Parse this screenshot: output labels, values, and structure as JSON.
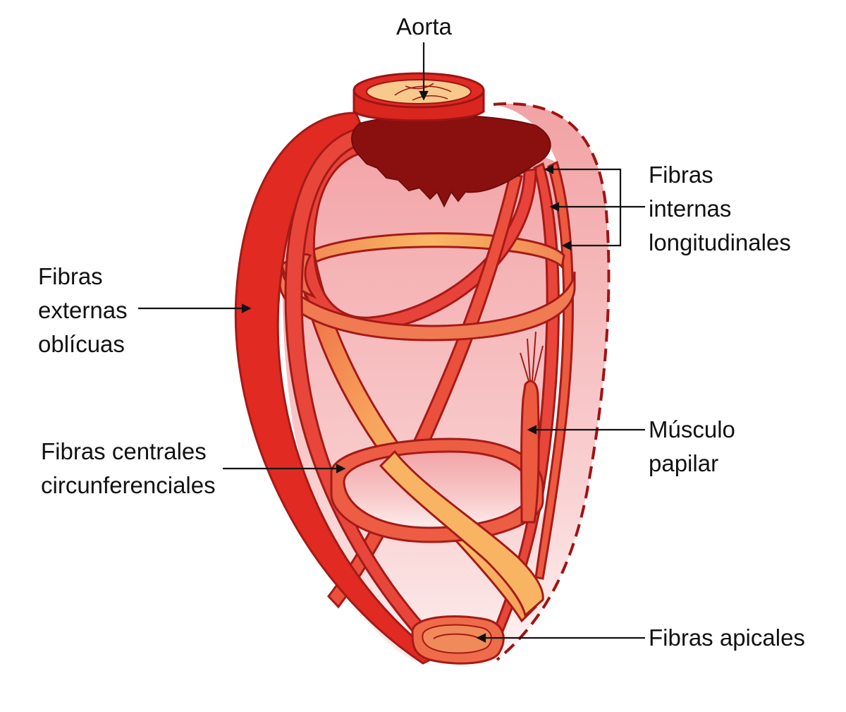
{
  "colors": {
    "muscle": "#e3322a",
    "muscle_dark": "#b61d1a",
    "muscle_light": "#f08a55",
    "band_light": "#f9b865",
    "cavity_pink": "#f4a9ac",
    "chamber_dark": "#8a1010",
    "aorta_inner": "#f8c98c",
    "leader": "#111111"
  },
  "labels": {
    "aorta": "Aorta",
    "internas": [
      "Fibras",
      "internas",
      "longitudinales"
    ],
    "externas": [
      "Fibras",
      "externas",
      "oblícuas"
    ],
    "musculo": [
      "Músculo",
      "papilar"
    ],
    "centrales": [
      "Fibras centrales",
      "circunferenciales"
    ],
    "apicales": "Fibras apicales"
  }
}
